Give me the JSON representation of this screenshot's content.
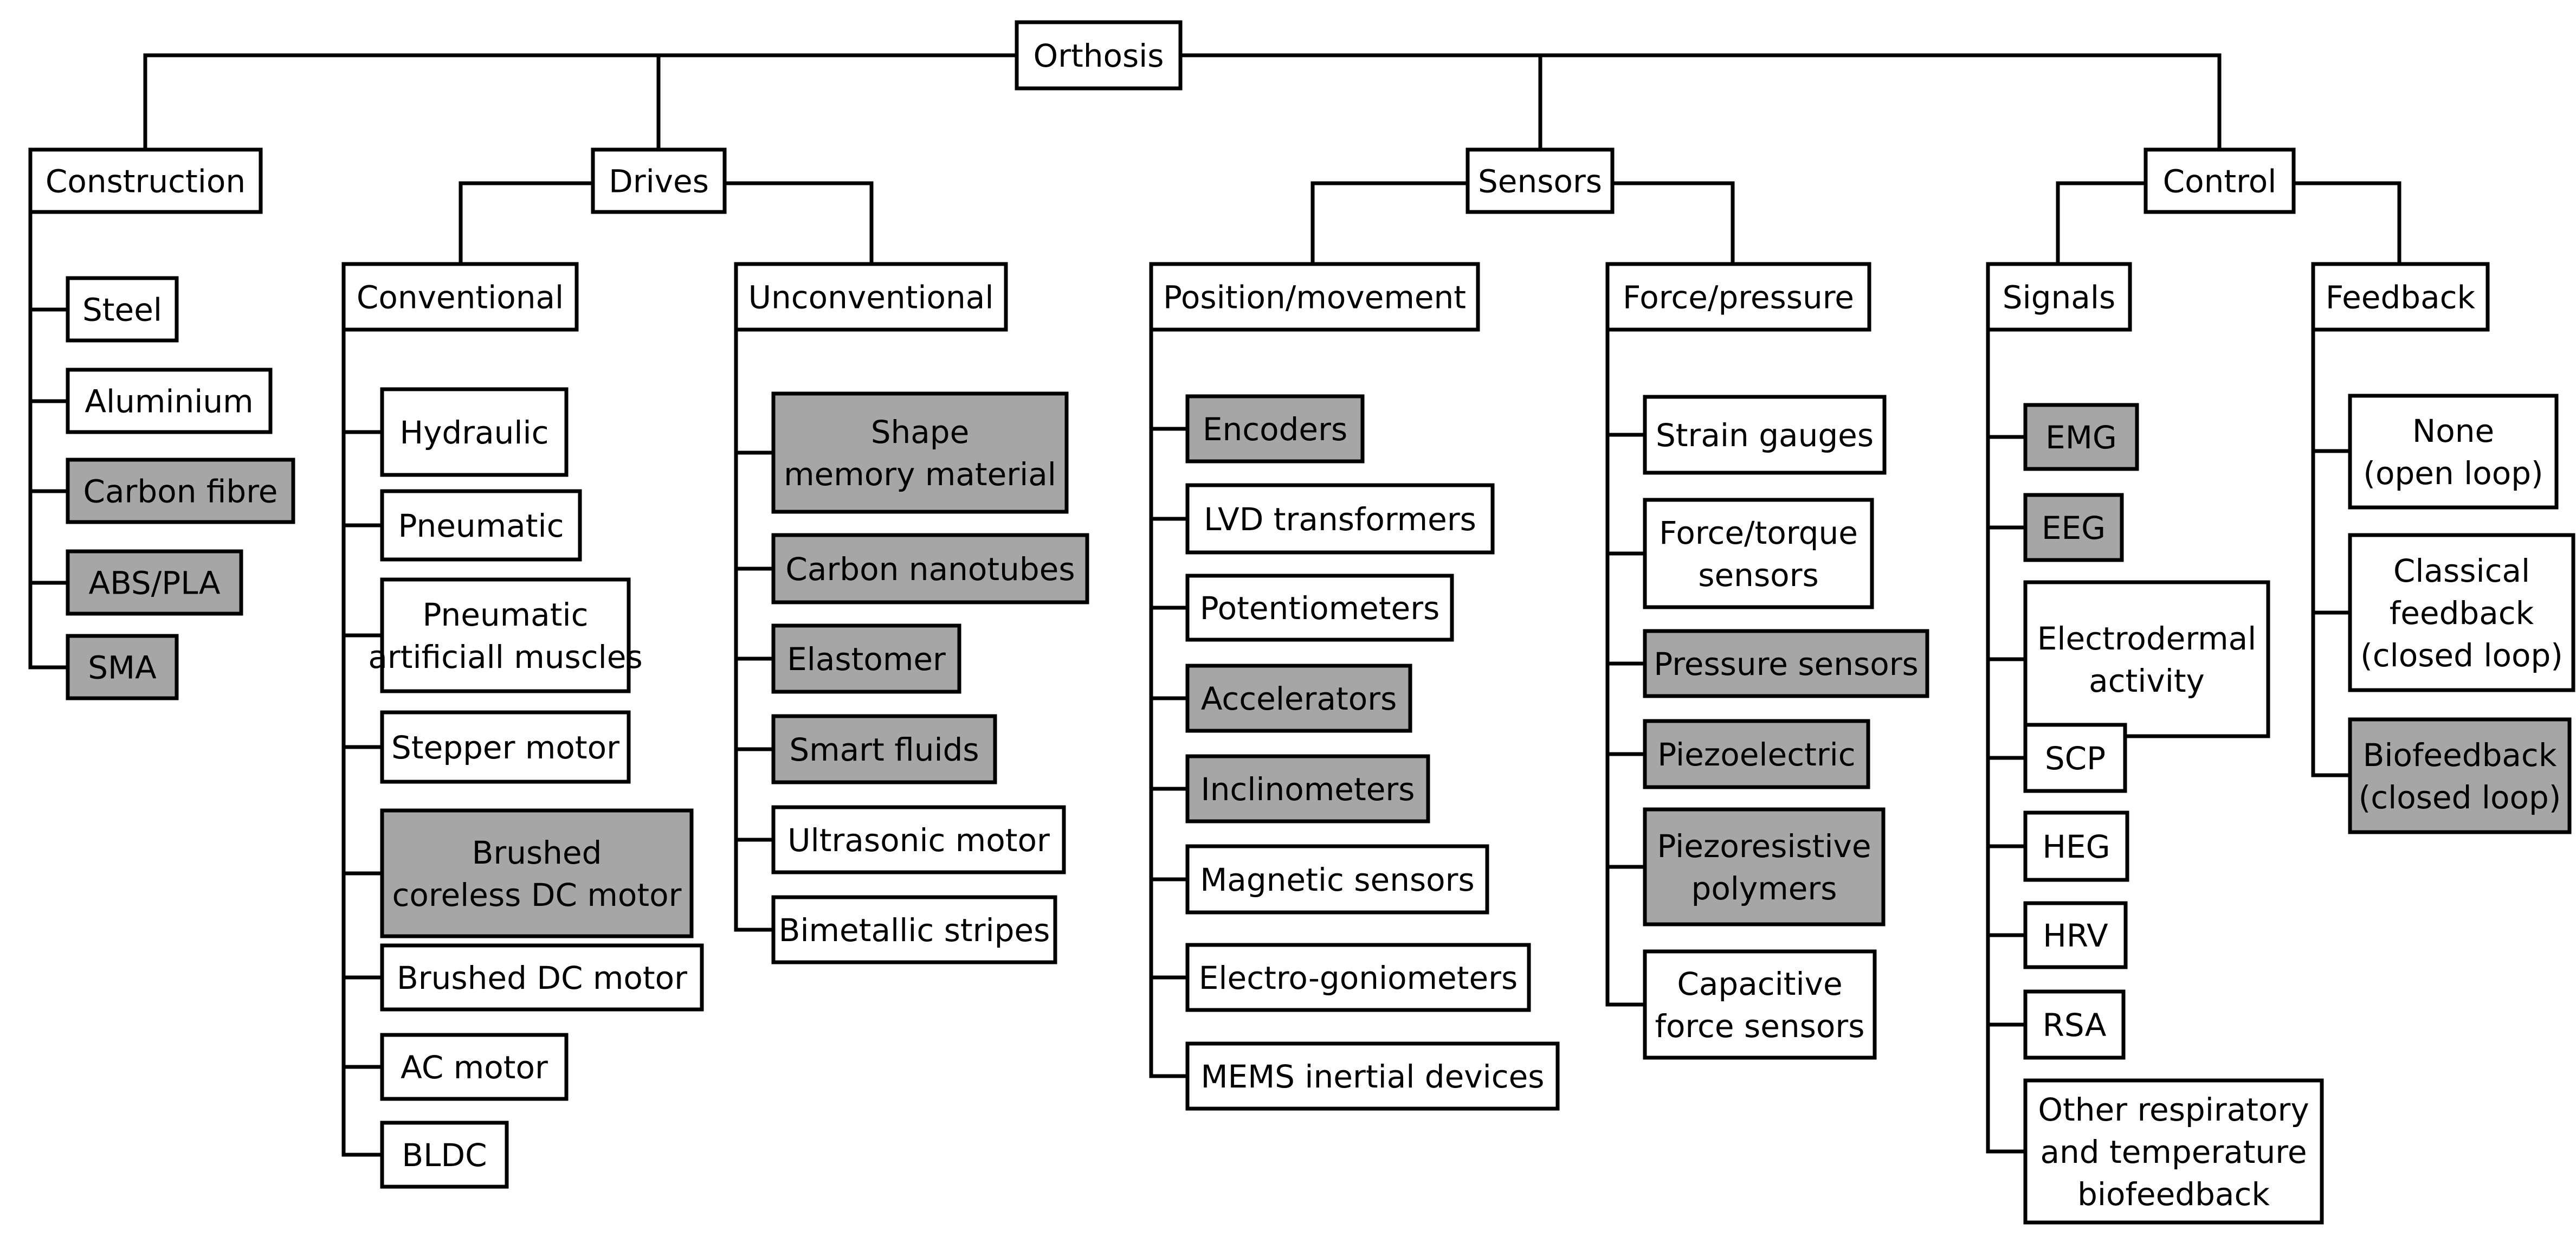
{
  "colors": {
    "highlight": "#a6a6a6",
    "plain": "#ffffff",
    "stroke": "#000000"
  },
  "nodes": [
    {
      "id": "root",
      "name": "box-orthosis",
      "lines": [
        "Orthosis"
      ],
      "filled": false
    },
    {
      "id": "construction",
      "name": "box-construction",
      "lines": [
        "Construction"
      ],
      "filled": false
    },
    {
      "id": "steel",
      "name": "box-steel",
      "lines": [
        "Steel"
      ],
      "filled": false
    },
    {
      "id": "aluminium",
      "name": "box-aluminium",
      "lines": [
        "Aluminium"
      ],
      "filled": false
    },
    {
      "id": "carbon_fibre",
      "name": "box-carbon-fibre",
      "lines": [
        "Carbon fibre"
      ],
      "filled": true
    },
    {
      "id": "abs_pla",
      "name": "box-abs-pla",
      "lines": [
        "ABS/PLA"
      ],
      "filled": true
    },
    {
      "id": "sma",
      "name": "box-sma",
      "lines": [
        "SMA"
      ],
      "filled": true
    },
    {
      "id": "drives",
      "name": "box-drives",
      "lines": [
        "Drives"
      ],
      "filled": false
    },
    {
      "id": "conventional",
      "name": "box-conventional",
      "lines": [
        "Conventional"
      ],
      "filled": false
    },
    {
      "id": "hydraulic",
      "name": "box-hydraulic",
      "lines": [
        "Hydraulic"
      ],
      "filled": false
    },
    {
      "id": "pneumatic",
      "name": "box-pneumatic",
      "lines": [
        "Pneumatic"
      ],
      "filled": false
    },
    {
      "id": "pam",
      "name": "box-pneumatic-artificial-muscles",
      "lines": [
        "Pneumatic",
        "artificiall muscles"
      ],
      "filled": false
    },
    {
      "id": "stepper",
      "name": "box-stepper-motor",
      "lines": [
        "Stepper motor"
      ],
      "filled": false
    },
    {
      "id": "brushed_coreless",
      "name": "box-brushed-coreless-dc-motor",
      "lines": [
        "Brushed",
        "coreless DC motor"
      ],
      "filled": true
    },
    {
      "id": "brushed_dc",
      "name": "box-brushed-dc-motor",
      "lines": [
        "Brushed DC motor"
      ],
      "filled": false
    },
    {
      "id": "ac_motor",
      "name": "box-ac-motor",
      "lines": [
        "AC motor"
      ],
      "filled": false
    },
    {
      "id": "bldc",
      "name": "box-bldc",
      "lines": [
        "BLDC"
      ],
      "filled": false
    },
    {
      "id": "unconventional",
      "name": "box-unconventional",
      "lines": [
        "Unconventional"
      ],
      "filled": false
    },
    {
      "id": "shape_memory",
      "name": "box-shape-memory-material",
      "lines": [
        "Shape",
        "memory material"
      ],
      "filled": true
    },
    {
      "id": "carbon_nanotubes",
      "name": "box-carbon-nanotubes",
      "lines": [
        "Carbon nanotubes"
      ],
      "filled": true
    },
    {
      "id": "elastomer",
      "name": "box-elastomer",
      "lines": [
        "Elastomer"
      ],
      "filled": true
    },
    {
      "id": "smart_fluids",
      "name": "box-smart-fluids",
      "lines": [
        "Smart fluids"
      ],
      "filled": true
    },
    {
      "id": "ultrasonic",
      "name": "box-ultrasonic-motor",
      "lines": [
        "Ultrasonic motor"
      ],
      "filled": false
    },
    {
      "id": "bimetallic",
      "name": "box-bimetallic-stripes",
      "lines": [
        "Bimetallic stripes"
      ],
      "filled": false
    },
    {
      "id": "sensors",
      "name": "box-sensors",
      "lines": [
        "Sensors"
      ],
      "filled": false
    },
    {
      "id": "position",
      "name": "box-position-movement",
      "lines": [
        "Position/movement"
      ],
      "filled": false
    },
    {
      "id": "encoders",
      "name": "box-encoders",
      "lines": [
        "Encoders"
      ],
      "filled": true
    },
    {
      "id": "lvd",
      "name": "box-lvd-transformers",
      "lines": [
        "LVD transformers"
      ],
      "filled": false
    },
    {
      "id": "potentiometers",
      "name": "box-potentiometers",
      "lines": [
        "Potentiometers"
      ],
      "filled": false
    },
    {
      "id": "accelerators",
      "name": "box-accelerators",
      "lines": [
        "Accelerators"
      ],
      "filled": true
    },
    {
      "id": "inclinometers",
      "name": "box-inclinometers",
      "lines": [
        "Inclinometers"
      ],
      "filled": true
    },
    {
      "id": "magnetic",
      "name": "box-magnetic-sensors",
      "lines": [
        "Magnetic sensors"
      ],
      "filled": false
    },
    {
      "id": "goniometers",
      "name": "box-electro-goniometers",
      "lines": [
        "Electro-goniometers"
      ],
      "filled": false
    },
    {
      "id": "mems",
      "name": "box-mems-inertial-devices",
      "lines": [
        "MEMS inertial devices"
      ],
      "filled": false
    },
    {
      "id": "force",
      "name": "box-force-pressure",
      "lines": [
        "Force/pressure"
      ],
      "filled": false
    },
    {
      "id": "strain",
      "name": "box-strain-gauges",
      "lines": [
        "Strain gauges"
      ],
      "filled": false
    },
    {
      "id": "force_torque",
      "name": "box-force-torque-sensors",
      "lines": [
        "Force/torque",
        "sensors"
      ],
      "filled": false
    },
    {
      "id": "pressure_sensors",
      "name": "box-pressure-sensors",
      "lines": [
        "Pressure sensors"
      ],
      "filled": true
    },
    {
      "id": "piezoelectric",
      "name": "box-piezoelectric",
      "lines": [
        "Piezoelectric"
      ],
      "filled": true
    },
    {
      "id": "piezoresistive",
      "name": "box-piezoresistive-polymers",
      "lines": [
        "Piezoresistive",
        "polymers"
      ],
      "filled": true
    },
    {
      "id": "capacitive",
      "name": "box-capacitive-force-sensors",
      "lines": [
        "Capacitive",
        "force sensors"
      ],
      "filled": false
    },
    {
      "id": "control",
      "name": "box-control",
      "lines": [
        "Control"
      ],
      "filled": false
    },
    {
      "id": "signals",
      "name": "box-signals",
      "lines": [
        "Signals"
      ],
      "filled": false
    },
    {
      "id": "emg",
      "name": "box-emg",
      "lines": [
        "EMG"
      ],
      "filled": true
    },
    {
      "id": "eeg",
      "name": "box-eeg",
      "lines": [
        "EEG"
      ],
      "filled": true
    },
    {
      "id": "electrodermal",
      "name": "box-electrodermal-activity",
      "lines": [
        "Electrodermal",
        "activity"
      ],
      "filled": false
    },
    {
      "id": "scp",
      "name": "box-scp",
      "lines": [
        "SCP"
      ],
      "filled": false
    },
    {
      "id": "heg",
      "name": "box-heg",
      "lines": [
        "HEG"
      ],
      "filled": false
    },
    {
      "id": "hrv",
      "name": "box-hrv",
      "lines": [
        "HRV"
      ],
      "filled": false
    },
    {
      "id": "rsa",
      "name": "box-rsa",
      "lines": [
        "RSA"
      ],
      "filled": false
    },
    {
      "id": "other_resp",
      "name": "box-other-respiratory-temperature-biofeedback",
      "lines": [
        "Other respiratory",
        "and temperature",
        "biofeedback"
      ],
      "filled": false
    },
    {
      "id": "feedback",
      "name": "box-feedback",
      "lines": [
        "Feedback"
      ],
      "filled": false
    },
    {
      "id": "none_open",
      "name": "box-none-open-loop",
      "lines": [
        "None",
        "(open loop)"
      ],
      "filled": false
    },
    {
      "id": "classical",
      "name": "box-classical-feedback",
      "lines": [
        "Classical",
        "feedback",
        "(closed loop)"
      ],
      "filled": false
    },
    {
      "id": "biofeedback",
      "name": "box-biofeedback-closed-loop",
      "lines": [
        "Biofeedback",
        "(closed loop)"
      ],
      "filled": true
    }
  ]
}
